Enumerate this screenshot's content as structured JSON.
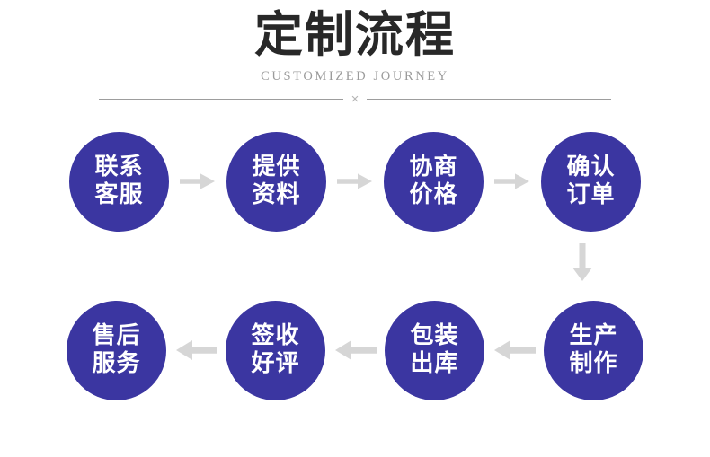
{
  "header": {
    "title": "定制流程",
    "subtitle": "CUSTOMIZED JOURNEY",
    "divider_mark": "×"
  },
  "colors": {
    "node_blue": "#3b36a1",
    "title_dark": "#282828",
    "subtitle_gray": "#9b9b9b",
    "arrow_gray": "#d6d6d6",
    "divider_gray": "#9d9d9d",
    "background": "#ffffff"
  },
  "flow": {
    "row_top": {
      "direction": "left-to-right",
      "nodes": [
        {
          "line1": "联系",
          "line2": "客服"
        },
        {
          "line1": "提供",
          "line2": "资料"
        },
        {
          "line1": "协商",
          "line2": "价格"
        },
        {
          "line1": "确认",
          "line2": "订单"
        }
      ],
      "arrow_icon": "arrow-right-icon"
    },
    "connector": {
      "arrow_icon": "arrow-down-icon"
    },
    "row_bottom": {
      "direction": "right-to-left",
      "nodes": [
        {
          "line1": "售后",
          "line2": "服务"
        },
        {
          "line1": "签收",
          "line2": "好评"
        },
        {
          "line1": "包装",
          "line2": "出库"
        },
        {
          "line1": "生产",
          "line2": "制作"
        }
      ],
      "arrow_icon": "arrow-left-icon"
    }
  }
}
